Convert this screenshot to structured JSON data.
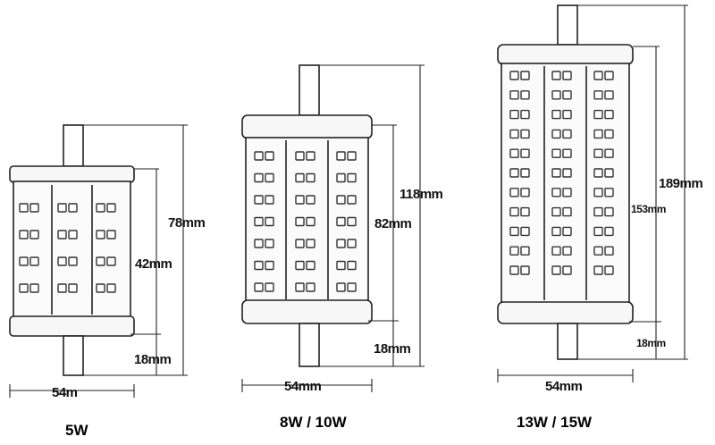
{
  "lamps": [
    {
      "caption": "5W",
      "dims": {
        "total": "78mm",
        "body": "42mm",
        "base": "18mm",
        "width": "54m"
      },
      "chip_cols_per_panel": 2,
      "chip_rows": 4
    },
    {
      "caption": "8W / 10W",
      "dims": {
        "total": "118mm",
        "body": "82mm",
        "base": "18mm",
        "width": "54mm"
      },
      "chip_cols_per_panel": 2,
      "chip_rows": 7
    },
    {
      "caption": "13W / 15W",
      "dims": {
        "total": "189mm",
        "body": "153mm",
        "base": "18mm",
        "width": "54mm"
      },
      "chip_cols_per_panel": 2,
      "chip_rows": 11
    }
  ],
  "colors": {
    "line": "#222222",
    "body_fill": "#f7f7f7",
    "chip": "#333333"
  }
}
